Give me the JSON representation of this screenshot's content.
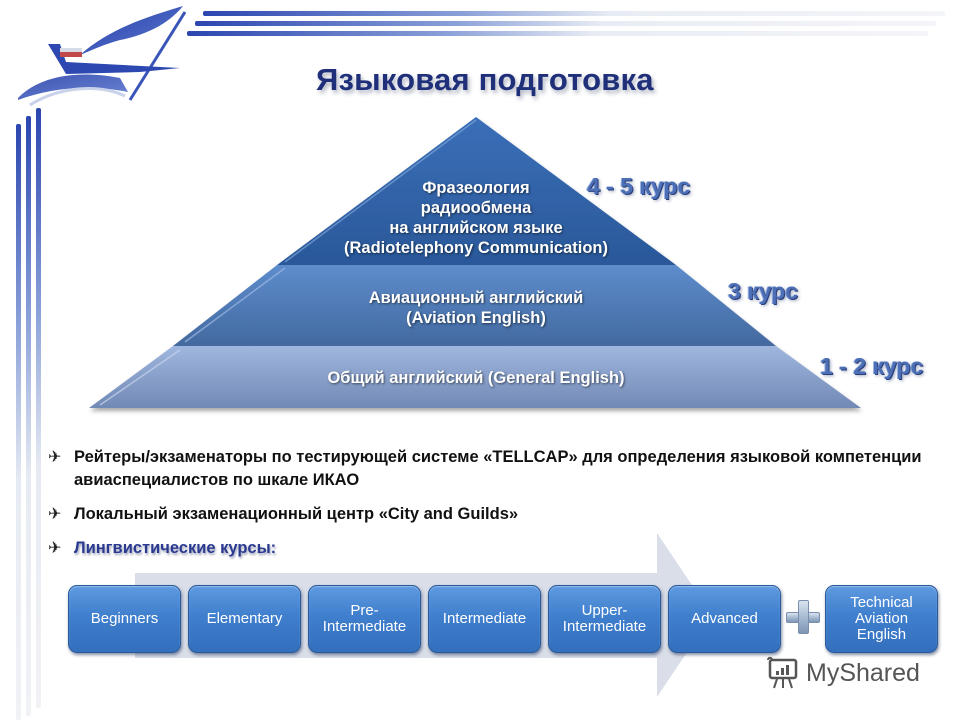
{
  "slide": {
    "title": "Языковая подготовка",
    "colors": {
      "title": "#1f2f7a",
      "pyramid_top": "#2e5fa3",
      "pyramid_middle": "#4a78b8",
      "pyramid_bottom": "#8ea8d0",
      "course_label": "#4d6fb6",
      "button": "#3f7fcd",
      "arrow_band": "#d9dee8"
    }
  },
  "pyramid": {
    "levels": [
      {
        "lines": [
          "Фразеология",
          "радиообмена",
          "на английском языке",
          "(Radiotelephony Communication)"
        ],
        "course": "4 - 5 курс"
      },
      {
        "lines": [
          "Авиационный английский",
          "(Aviation English)"
        ],
        "course": "3 курс"
      },
      {
        "lines": [
          "Общий английский (General English)"
        ],
        "course": "1 - 2 курс"
      }
    ]
  },
  "bullets": {
    "icon": "airplane-icon",
    "glyph": "✈",
    "items": [
      {
        "text": "Рейтеры/экзаменаторы по тестирующей системе «TELLCAP» для определения языковой компетенции авиаспециалистов по шкале ИКАО"
      },
      {
        "text": "Локальный экзаменационный центр «City and Guilds»"
      },
      {
        "text": "Лингвистические курсы:"
      }
    ]
  },
  "courses": {
    "steps": [
      {
        "label": "Beginners"
      },
      {
        "label": "Elementary"
      },
      {
        "label": "Pre-\nIntermediate"
      },
      {
        "label": "Intermediate"
      },
      {
        "label": "Upper-\nIntermediate"
      },
      {
        "label": "Advanced"
      }
    ],
    "plus_symbol": "+",
    "extra": {
      "label": "Technical\nAviation\nEnglish"
    }
  },
  "watermark": {
    "text": "MyShared"
  }
}
